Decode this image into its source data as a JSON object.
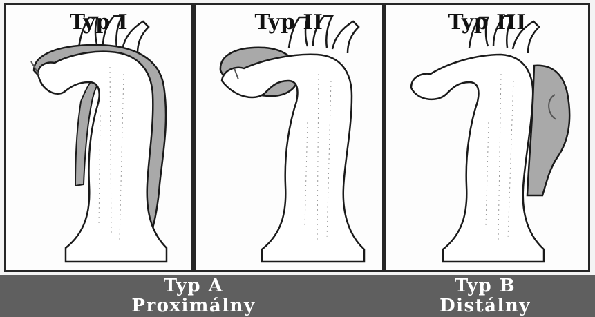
{
  "panels": [
    {
      "title": "Typ I",
      "false_lumen": "ascending-arch-descending"
    },
    {
      "title": "Typ II",
      "false_lumen": "ascending"
    },
    {
      "title": "Typ III",
      "false_lumen": "descending"
    }
  ],
  "footer": {
    "group_a": {
      "line1": "Typ A",
      "line2": "Proximálny"
    },
    "group_b": {
      "line1": "Typ B",
      "line2": "Distálny"
    }
  },
  "colors": {
    "background": "#f4f4f4",
    "footer_band": "#5f5f5f",
    "false_lumen": "#a9a9a9",
    "outline": "#1a1a1a"
  }
}
